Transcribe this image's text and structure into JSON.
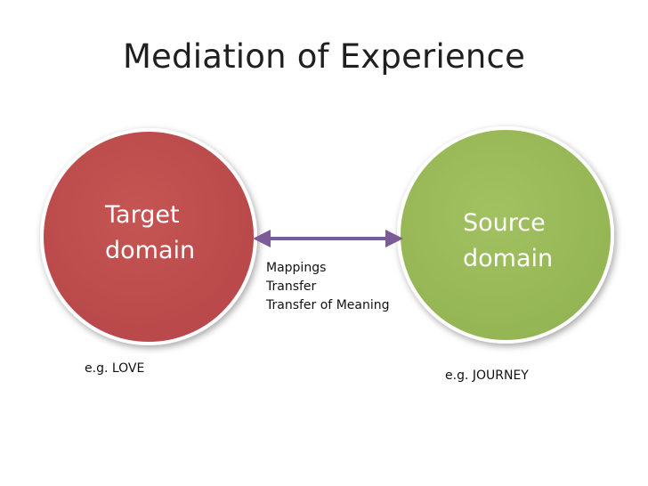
{
  "title": "Mediation of Experience",
  "target": {
    "line1": "Target",
    "line2": "domain",
    "color": "#c0504d",
    "example": "e.g.  LOVE"
  },
  "source": {
    "line1": "Source",
    "line2": "domain",
    "color": "#9bbb59",
    "example": "e.g. JOURNEY"
  },
  "connector": {
    "color": "#7b5c99",
    "labels": [
      "Mappings",
      "Transfer",
      "Transfer of Meaning"
    ]
  }
}
